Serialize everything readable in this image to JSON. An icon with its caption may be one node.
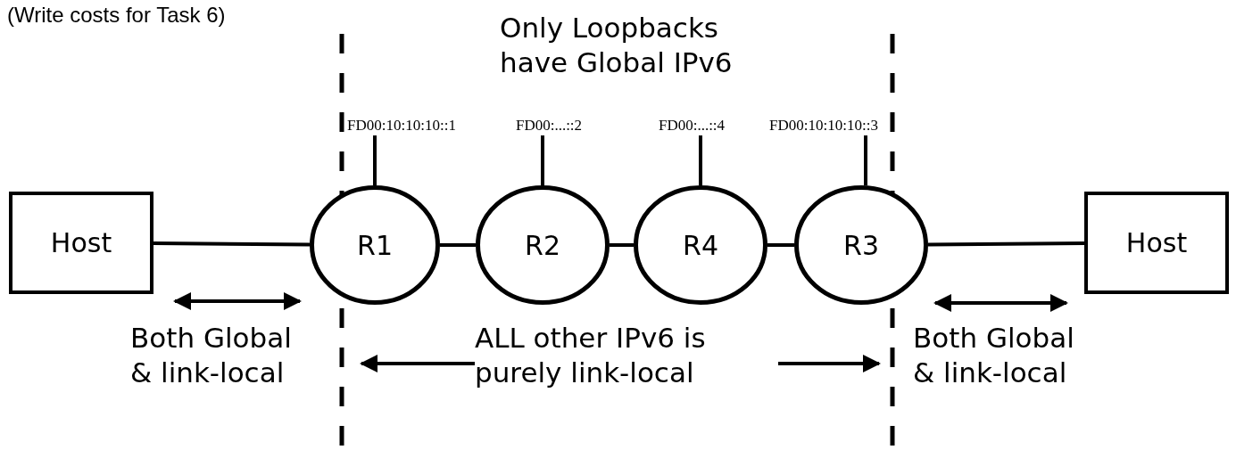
{
  "diagram": {
    "nodes": [
      {
        "text": [
          "Host"
        ]
      },
      {
        "text": [
          "R1"
        ]
      },
      {
        "text": [
          "R2"
        ]
      },
      {
        "text": [
          "R4"
        ]
      },
      {
        "text": [
          "R3"
        ]
      },
      {
        "text": [
          "Host"
        ]
      },
      {
        "text": [
          "FD00:10:10:10::1"
        ]
      },
      {
        "text": [
          "FD00:...::2"
        ]
      },
      {
        "text": [
          "FD00:...::4"
        ]
      },
      {
        "text": [
          "FD00:10:10:10::3"
        ]
      }
    ],
    "edges": [
      {
        "from": 0,
        "to": 1,
        "arrow": "none"
      },
      {
        "from": 1,
        "to": 2,
        "arrow": "none"
      },
      {
        "from": 2,
        "to": 3,
        "arrow": "none"
      },
      {
        "from": 3,
        "to": 4,
        "arrow": "none"
      },
      {
        "from": 4,
        "to": 5,
        "arrow": "none"
      },
      {
        "from": 6,
        "to": 1,
        "arrow": "none"
      },
      {
        "from": 7,
        "to": 2,
        "arrow": "none"
      },
      {
        "from": 8,
        "to": 3,
        "arrow": "none"
      },
      {
        "from": 9,
        "to": 4,
        "arrow": "none"
      }
    ],
    "labels": [
      "(Write costs for Task 6)",
      "Only Loopbacks have Global IPv6",
      "Both Global & link-local",
      "ALL other IPv6 is purely link-local",
      "Both Global & link-local"
    ]
  }
}
